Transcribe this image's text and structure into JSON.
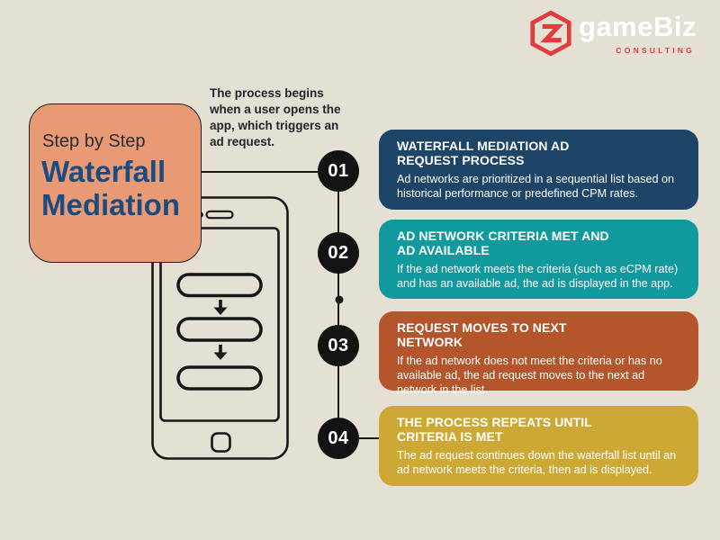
{
  "logo": {
    "brand": "gameBiz",
    "tagline": "CONSULTING",
    "accent_color": "#e23b3b"
  },
  "hero": {
    "kicker": "Step by Step",
    "title_line1": "Waterfall",
    "title_line2": "Mediation",
    "card_color": "#e89a74",
    "title_color": "#1c4b80"
  },
  "intro": {
    "text": "The process begins when a user opens the app, which triggers an ad request."
  },
  "steps": [
    {
      "num": "01",
      "title": "WATERFALL MEDIATION AD REQUEST PROCESS",
      "body": "Ad networks are prioritized in a sequential list based on historical performance or predefined CPM rates.",
      "color": "#1d4568"
    },
    {
      "num": "02",
      "title": "AD NETWORK CRITERIA MET AND AD AVAILABLE",
      "body": "If the ad network meets the criteria (such as eCPM rate) and has an available ad, the ad is displayed in the app.",
      "color": "#119a9d"
    },
    {
      "num": "03",
      "title": "REQUEST MOVES TO NEXT NETWORK",
      "body": "If the ad network does not meet the criteria or has no available ad, the ad request moves to the next ad network in the list.",
      "color": "#b4552b"
    },
    {
      "num": "04",
      "title": "THE PROCESS REPEATS UNTIL CRITERIA IS MET",
      "body": "The ad request continues down the waterfall list until an ad network meets the criteria, then ad is displayed.",
      "color": "#cda835"
    }
  ]
}
